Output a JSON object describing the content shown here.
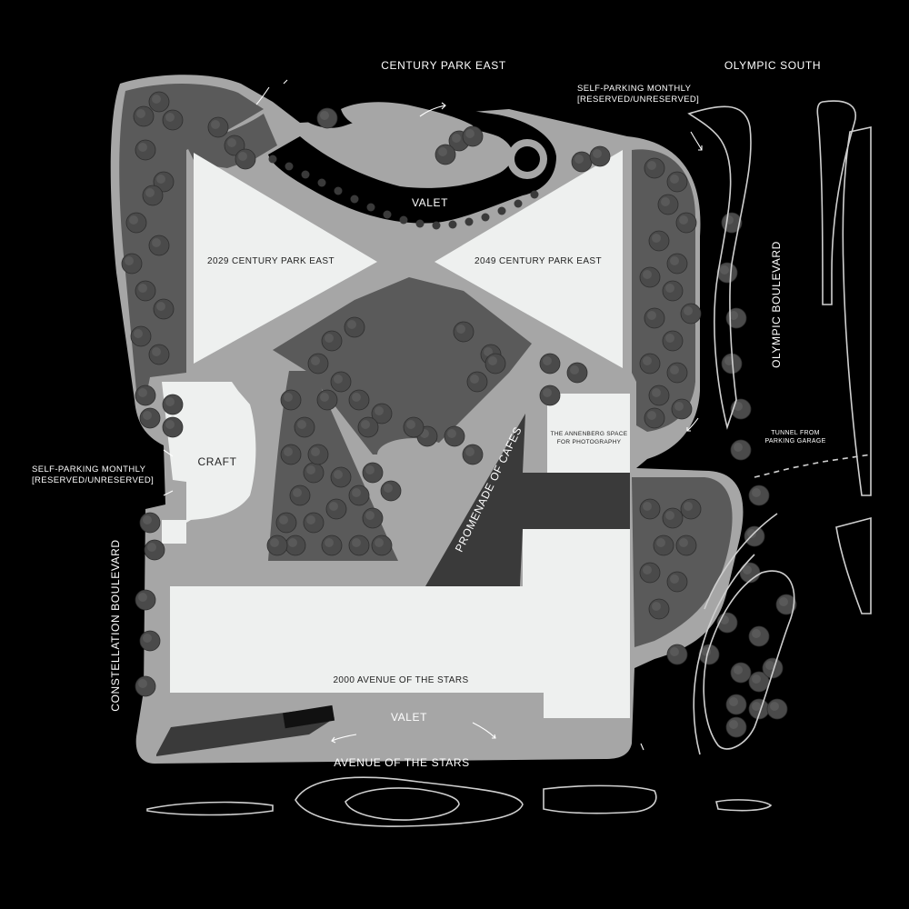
{
  "colors": {
    "background": "#000000",
    "road": "#a6a6a6",
    "grass": "#5a5a5a",
    "building": "#eef0ef",
    "dark_wedge": "#3a3a3a",
    "tree": "#4a4a4a",
    "outline": "#cfcfcf"
  },
  "streets": {
    "top": "CENTURY PARK EAST",
    "bottom": "AVENUE OF THE STARS",
    "left": "CONSTELLATION BOULEVARD",
    "right": "OLYMPIC BOULEVARD",
    "top_right": "OLYMPIC SOUTH"
  },
  "parking": {
    "top_right": {
      "line1": "SELF-PARKING MONTHLY",
      "line2": "[RESERVED/UNRESERVED]"
    },
    "left": {
      "line1": "SELF-PARKING MONTHLY",
      "line2": "[RESERVED/UNRESERVED]"
    }
  },
  "tunnel": {
    "line1": "TUNNEL FROM",
    "line2": "PARKING GARAGE"
  },
  "valet": {
    "top": "VALET",
    "bottom": "VALET"
  },
  "buildings": {
    "west_tower": "2029 CENTURY PARK EAST",
    "east_tower": "2049 CENTURY PARK EAST",
    "south_building": "2000 AVENUE OF THE STARS",
    "craft": "CRAFT",
    "annenberg_line1": "THE ANNENBERG SPACE",
    "annenberg_line2": "FOR PHOTOGRAPHY"
  },
  "promenade": "PROMENADE OF CAFES",
  "icons": {
    "tree": "tree-icon",
    "arrow": "arrow-icon",
    "valet_dot": "valet-dot-icon"
  }
}
